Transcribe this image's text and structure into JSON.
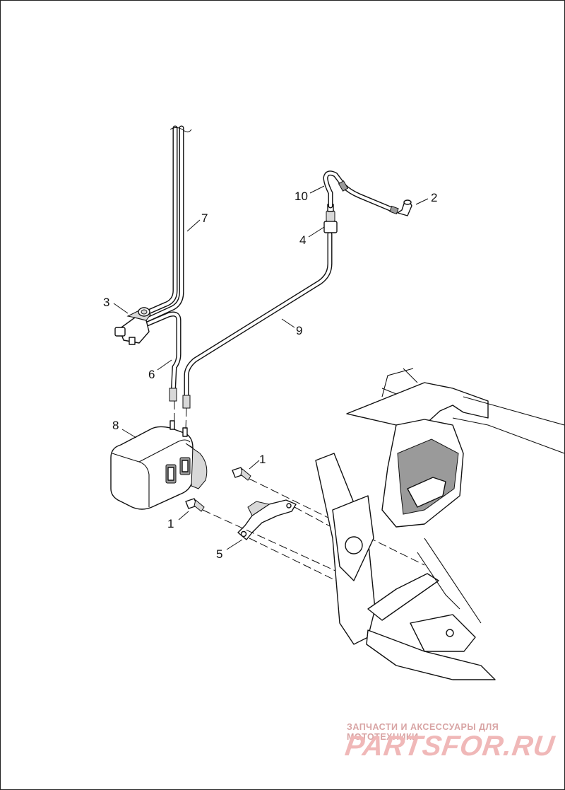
{
  "callouts": [
    {
      "id": "1a",
      "label": "1"
    },
    {
      "id": "1b",
      "label": "1"
    },
    {
      "id": "2",
      "label": "2"
    },
    {
      "id": "3",
      "label": "3"
    },
    {
      "id": "4",
      "label": "4"
    },
    {
      "id": "5",
      "label": "5"
    },
    {
      "id": "6",
      "label": "6"
    },
    {
      "id": "7",
      "label": "7"
    },
    {
      "id": "8",
      "label": "8"
    },
    {
      "id": "9",
      "label": "9"
    },
    {
      "id": "10",
      "label": "10"
    }
  ],
  "watermark": {
    "tagline": "ЗАПЧАСТИ И АКСЕССУАРЫ ДЛЯ МОТОТЕХНИКИ",
    "logo_text": "PARTSFOR.RU",
    "colors": {
      "tagline": "#d8a4a4",
      "logo": "#f0b8b8"
    }
  }
}
